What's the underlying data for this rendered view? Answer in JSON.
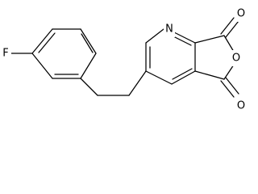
{
  "molecule": {
    "atoms": {
      "fluorine": "F",
      "ring_nitrogen": "N",
      "ring_oxygen": "O",
      "carbonyl_oxygen_top": "O",
      "carbonyl_oxygen_bottom": "O"
    }
  }
}
